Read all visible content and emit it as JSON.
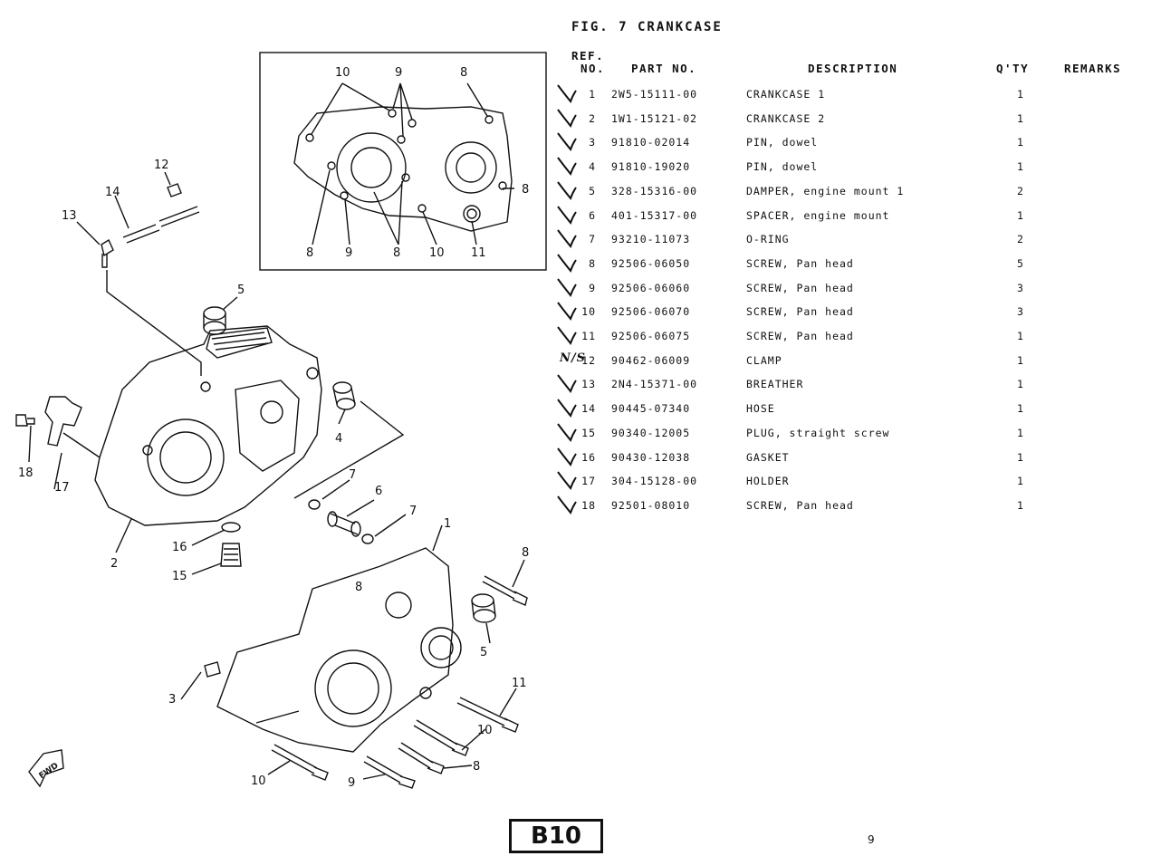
{
  "figure": {
    "title": "FIG.  7  CRANKCASE"
  },
  "table": {
    "headers": {
      "ref_line1": "REF.",
      "ref_line2": "NO.",
      "part_no": "PART NO.",
      "description": "DESCRIPTION",
      "qty": "Q'TY",
      "remarks": "REMARKS"
    },
    "rows": [
      {
        "ref": "1",
        "part": "2W5-15111-00",
        "desc": "CRANKCASE 1",
        "qty": "1"
      },
      {
        "ref": "2",
        "part": "1W1-15121-02",
        "desc": "CRANKCASE 2",
        "qty": "1"
      },
      {
        "ref": "3",
        "part": "91810-02014",
        "desc": "PIN, dowel",
        "qty": "1"
      },
      {
        "ref": "4",
        "part": "91810-19020",
        "desc": "PIN, dowel",
        "qty": "1"
      },
      {
        "ref": "5",
        "part": "328-15316-00",
        "desc": "DAMPER, engine mount 1",
        "qty": "2"
      },
      {
        "ref": "6",
        "part": "401-15317-00",
        "desc": "SPACER, engine mount",
        "qty": "1"
      },
      {
        "ref": "7",
        "part": "93210-11073",
        "desc": "O-RING",
        "qty": "2"
      },
      {
        "ref": "8",
        "part": "92506-06050",
        "desc": "SCREW, Pan head",
        "qty": "5"
      },
      {
        "ref": "9",
        "part": "92506-06060",
        "desc": "SCREW, Pan head",
        "qty": "3"
      },
      {
        "ref": "10",
        "part": "92506-06070",
        "desc": "SCREW, Pan head",
        "qty": "3"
      },
      {
        "ref": "11",
        "part": "92506-06075",
        "desc": "SCREW, Pan head",
        "qty": "1"
      },
      {
        "ref": "12",
        "part": "90462-06009",
        "desc": "CLAMP",
        "qty": "1"
      },
      {
        "ref": "13",
        "part": "2N4-15371-00",
        "desc": "BREATHER",
        "qty": "1"
      },
      {
        "ref": "14",
        "part": "90445-07340",
        "desc": "HOSE",
        "qty": "1"
      },
      {
        "ref": "15",
        "part": "90340-12005",
        "desc": "PLUG, straight screw",
        "qty": "1"
      },
      {
        "ref": "16",
        "part": "90430-12038",
        "desc": "GASKET",
        "qty": "1"
      },
      {
        "ref": "17",
        "part": "304-15128-00",
        "desc": "HOLDER",
        "qty": "1"
      },
      {
        "ref": "18",
        "part": "92501-08010",
        "desc": "SCREW, Pan head",
        "qty": "1"
      }
    ]
  },
  "handwritten_mark_12": "N/S",
  "diagram_callouts": {
    "inset": [
      "10",
      "9",
      "8",
      "8",
      "8",
      "9",
      "8",
      "10",
      "11"
    ],
    "main": [
      "12",
      "14",
      "13",
      "5",
      "4",
      "18",
      "17",
      "7",
      "6",
      "7",
      "1",
      "8",
      "2",
      "16",
      "15",
      "8",
      "5",
      "11",
      "3",
      "10",
      "10",
      "9",
      "8"
    ]
  },
  "fwd_label": "FWD",
  "footer": {
    "page_code": "B10",
    "page_number": "9"
  }
}
